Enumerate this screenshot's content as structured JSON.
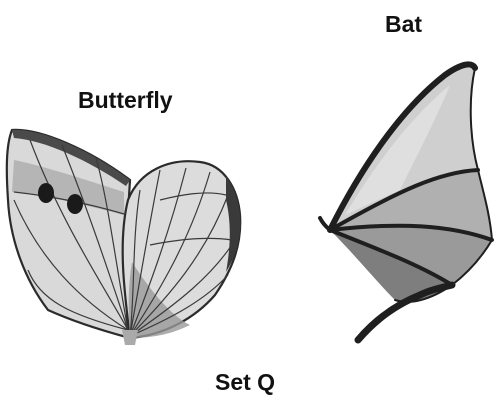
{
  "labels": {
    "butterfly": "Butterfly",
    "bat": "Bat",
    "set": "Set Q"
  },
  "colors": {
    "wing_light": "#d7d7d7",
    "wing_mid": "#a9a9a9",
    "wing_dark": "#7c7c7c",
    "outline": "#2b2b2b",
    "spots": "#1a1a1a"
  },
  "icons": {
    "butterfly_wing": "butterfly-wing-drawing",
    "bat_wing": "bat-wing-drawing"
  }
}
